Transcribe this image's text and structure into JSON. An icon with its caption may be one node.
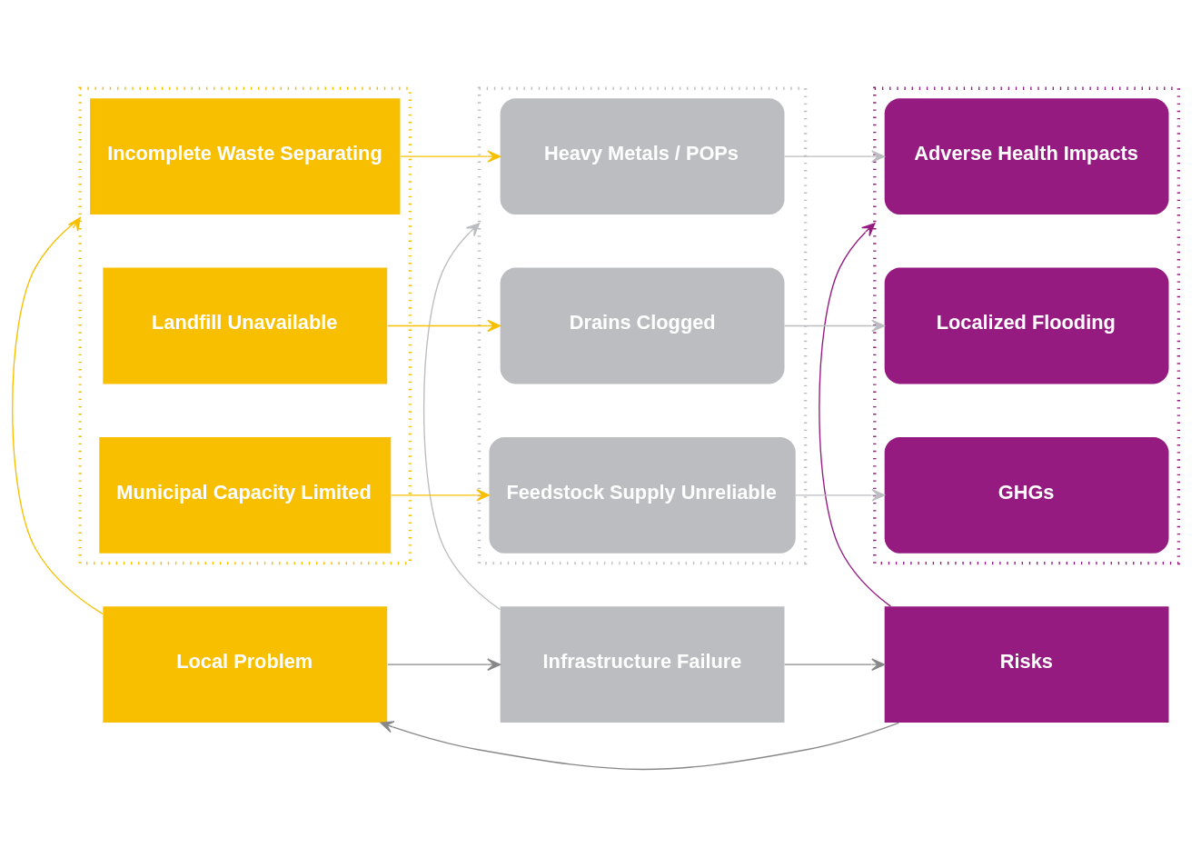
{
  "diagram": {
    "nodes": [
      {
        "text": [
          "Local Problem"
        ]
      },
      {
        "text": [
          "Infrastructure Failure"
        ]
      },
      {
        "text": [
          "Risks"
        ]
      },
      {
        "text": [],
        "shape": "box"
      },
      {
        "text": [
          "Incomplete Waste Separating"
        ],
        "in": 3
      },
      {
        "text": [
          "Landfill Unavailable"
        ],
        "in": 3
      },
      {
        "text": [
          "Municipal Capacity Limited"
        ],
        "in": 3
      },
      {
        "text": [],
        "shape": "box"
      },
      {
        "text": [
          "Heavy Metals / POPs"
        ],
        "in": 7
      },
      {
        "text": [
          "Drains Clogged"
        ],
        "in": 7
      },
      {
        "text": [
          "Feedstock Supply Unreliable"
        ],
        "in": 7
      },
      {
        "text": [],
        "shape": "box"
      },
      {
        "text": [
          "Adverse Health Impacts"
        ],
        "in": 11
      },
      {
        "text": [
          "Localized Flooding"
        ],
        "in": 11
      },
      {
        "text": [
          "GHGs"
        ],
        "in": 11
      }
    ],
    "edges": [
      {
        "from": 0,
        "to": 1,
        "arrow": "to",
        "color": "#888888"
      },
      {
        "from": 1,
        "to": 2,
        "arrow": "to",
        "color": "#888888"
      },
      {
        "from": 2,
        "to": 0,
        "arrow": "to",
        "color": "#888888"
      },
      {
        "from": 0,
        "to": 3,
        "arrow": "to",
        "color": "#f8bf00"
      },
      {
        "from": 1,
        "to": 7,
        "arrow": "to",
        "color": "#bcbdc0"
      },
      {
        "from": 2,
        "to": 11,
        "arrow": "to",
        "color": "#951b81"
      },
      {
        "from": 4,
        "to": 8,
        "arrow": "to",
        "color": "#f8bf00"
      },
      {
        "from": 5,
        "to": 9,
        "arrow": "to",
        "color": "#f8bf00"
      },
      {
        "from": 6,
        "to": 10,
        "arrow": "to",
        "color": "#f8bf00"
      },
      {
        "from": 8,
        "to": 12,
        "arrow": "to",
        "color": "#bcbdc0"
      },
      {
        "from": 9,
        "to": 13,
        "arrow": "to",
        "color": "#bcbdc0"
      },
      {
        "from": 10,
        "to": 14,
        "arrow": "to",
        "color": "#bcbdc0"
      }
    ]
  }
}
